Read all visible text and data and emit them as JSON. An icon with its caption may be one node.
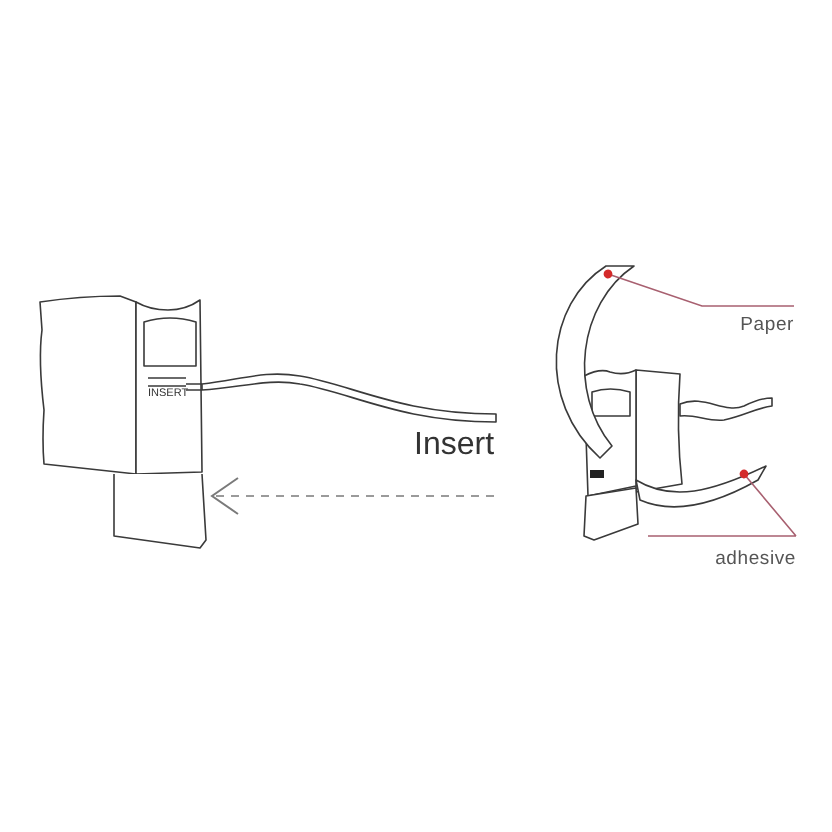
{
  "diagram": {
    "nodes": [
      {
        "text": [],
        "shape": "picture"
      },
      {
        "text": [],
        "shape": "picture"
      },
      {
        "text": [
          "Paper"
        ]
      },
      {
        "text": [],
        "shape": "picture"
      },
      {
        "text": [
          "adhesive"
        ]
      },
      {
        "text": [],
        "shape": "picture"
      }
    ],
    "edges": [
      {
        "from": null,
        "to": 0,
        "arrow": "to",
        "label": "Insert",
        "style": "dashed",
        "color": "#7a7a7a"
      },
      {
        "from": 2,
        "to": 3,
        "arrow": "other"
      },
      {
        "from": 4,
        "to": 5,
        "arrow": "other"
      }
    ],
    "labels": [
      "INSERT"
    ]
  }
}
